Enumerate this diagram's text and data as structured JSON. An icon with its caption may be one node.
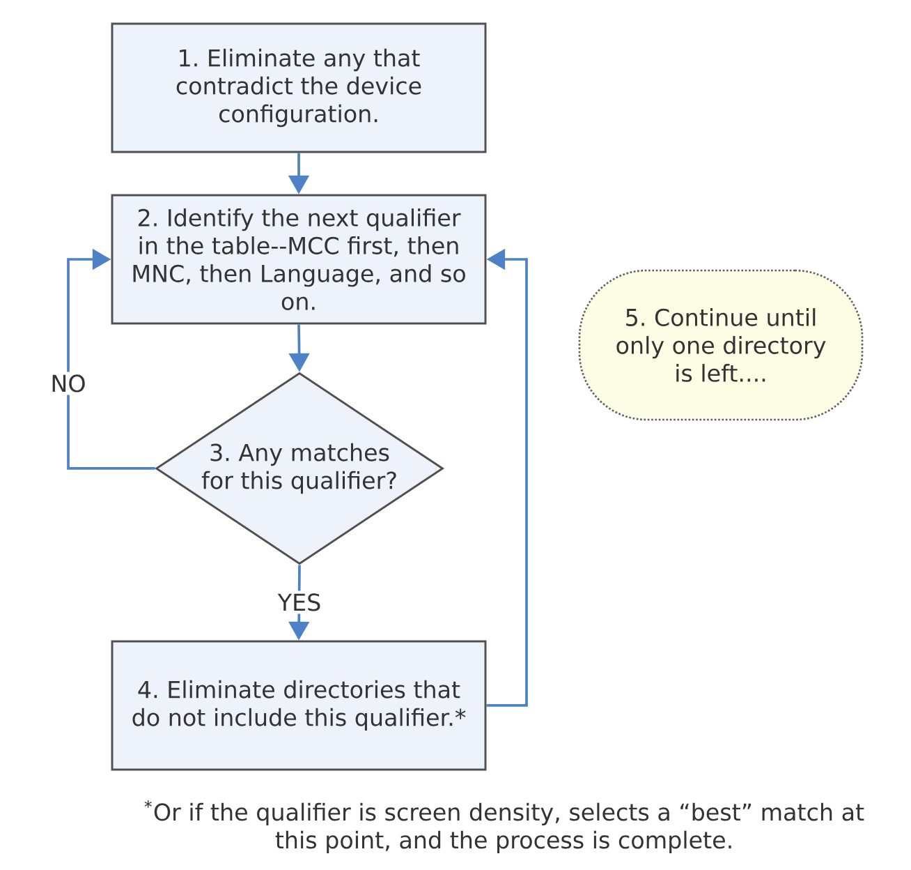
{
  "diagram": {
    "caption": "$^{*}$Or if the qualifier is screen density, selects a “best” match at this point, and the process is complete.",
    "nodes": [
      {
        "text": [
          "1. Eliminate any that contradict the device configuration."
        ]
      },
      {
        "text": [
          "2. Identify the next qualifier in the table--MCC first, then MNC, then Language, and so on."
        ]
      },
      {
        "text": [
          "3. Any matches for this qualifier?"
        ]
      },
      {
        "text": [
          "4. Eliminate directories that do not include this qualifier.*"
        ]
      },
      {
        "text": [
          "5. Continue until only one directory is left...."
        ]
      }
    ],
    "edges": [
      {
        "from": 0,
        "to": 1,
        "arrow": "to"
      },
      {
        "from": 1,
        "to": 2,
        "arrow": "to"
      },
      {
        "from": 2,
        "to": 1,
        "arrow": "to",
        "label": "NO"
      },
      {
        "from": 2,
        "to": 3,
        "arrow": "to",
        "label": "YES"
      },
      {
        "from": 3,
        "to": 1,
        "arrow": "to"
      }
    ]
  }
}
